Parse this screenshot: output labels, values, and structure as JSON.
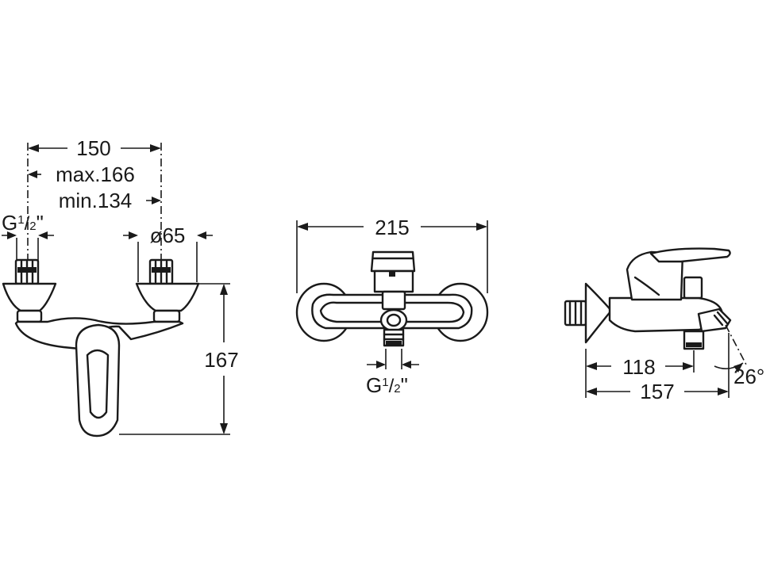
{
  "left_view": {
    "width_label": "150",
    "max_label": "max.166",
    "min_label": "min.134",
    "thread_prefix": "G",
    "thread_num": "1",
    "thread_slash": "/",
    "thread_den": "2",
    "thread_suffix": "\"",
    "diameter_label": "ø65",
    "height_label": "167"
  },
  "front_view": {
    "width_label": "215",
    "thread_prefix": "G",
    "thread_num": "1",
    "thread_slash": "/",
    "thread_den": "2",
    "thread_suffix": "\""
  },
  "side_view": {
    "depth_short_label": "118",
    "depth_long_label": "157",
    "angle_label": "26°"
  }
}
